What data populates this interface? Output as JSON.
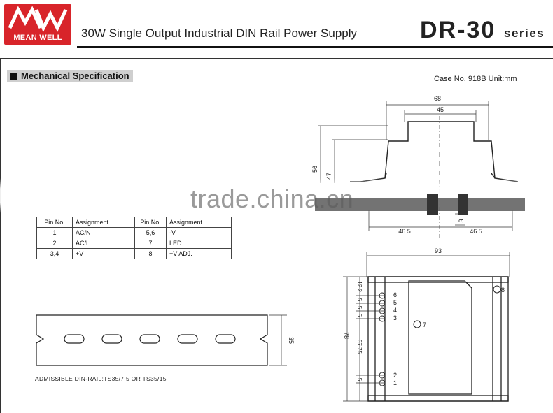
{
  "header": {
    "brand": "MEAN WELL",
    "title": "30W Single Output Industrial DIN Rail Power Supply",
    "model": "DR-30",
    "series_word": "series"
  },
  "section": {
    "title": "Mechanical Specification",
    "case": "Case No. 918B  Unit:mm"
  },
  "watermark": "trade.china.cn",
  "pin_table": {
    "headers": [
      "Pin No.",
      "Assignment",
      "Pin No.",
      "Assignment"
    ],
    "rows": [
      [
        "1",
        "AC/N",
        "5,6",
        "-V"
      ],
      [
        "2",
        "AC/L",
        "7",
        "LED"
      ],
      [
        "3,4",
        "+V",
        "8",
        "+V ADJ."
      ]
    ]
  },
  "din_rail": {
    "caption": "ADMISSIBLE DIN-RAIL:TS35/7.5 OR TS35/15",
    "height_label": "35"
  },
  "side_view": {
    "width_total": "68",
    "width_top": "45",
    "height_total": "56",
    "height_step": "47",
    "left_half": "46.5",
    "right_half": "46.5",
    "clip": "3"
  },
  "front_view": {
    "width": "93",
    "height": "78",
    "dim_12_2": "12.2",
    "dim_5a": "5",
    "dim_5b": "5",
    "dim_5c": "5",
    "dim_37_75": "37.75",
    "dim_5d": "5",
    "pin6": "6",
    "pin5": "5",
    "pin4": "4",
    "pin3": "3",
    "pin2": "2",
    "pin1": "1",
    "led": "7",
    "adj": "8"
  }
}
